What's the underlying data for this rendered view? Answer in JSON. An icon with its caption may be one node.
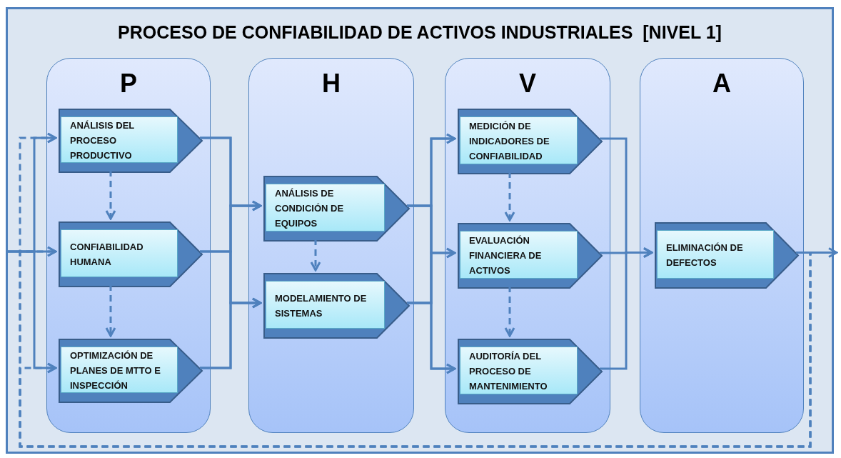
{
  "diagram": {
    "nodes": [
      {
        "text": [
          "PROCESO DE CONFIABILIDAD DE ACTIVOS INDUSTRIALES  [NIVEL 1]"
        ]
      },
      {
        "text": [
          "P"
        ],
        "in": 0
      },
      {
        "text": [
          "ANÁLISIS DEL PROCESO PRODUCTIVO"
        ],
        "in": 1
      },
      {
        "text": [
          "CONFIABILIDAD HUMANA"
        ],
        "in": 1
      },
      {
        "text": [
          "OPTIMIZACIÓN  DE PLANES DE MTTO E INSPECCIÓN"
        ],
        "in": 1
      },
      {
        "text": [
          "H"
        ],
        "in": 0
      },
      {
        "text": [
          "ANÁLISIS DE CONDICIÓN DE EQUIPOS"
        ],
        "in": 5
      },
      {
        "text": [
          "MODELAMIENTO DE SISTEMAS"
        ],
        "in": 5
      },
      {
        "text": [
          "V"
        ],
        "in": 0
      },
      {
        "text": [
          "MEDICIÓN DE INDICADORES DE CONFIABILIDAD"
        ],
        "in": 8
      },
      {
        "text": [
          "EVALUACIÓN FINANCIERA DE ACTIVOS"
        ],
        "in": 8
      },
      {
        "text": [
          "AUDITORÍA DEL PROCESO DE MANTENIMIENTO"
        ],
        "in": 8
      },
      {
        "text": [
          "A"
        ],
        "in": 0
      },
      {
        "text": [
          "ELIMINACIÓN DE DEFECTOS"
        ],
        "in": 12
      }
    ],
    "edges": [
      {
        "from": null,
        "to": 2,
        "arrow": "to"
      },
      {
        "from": null,
        "to": 3,
        "arrow": "to"
      },
      {
        "from": null,
        "to": 4,
        "arrow": "to"
      },
      {
        "from": 2,
        "to": 3,
        "arrow": "to",
        "style": "dashed"
      },
      {
        "from": 3,
        "to": 4,
        "arrow": "to",
        "style": "dashed"
      },
      {
        "from": 2,
        "to": 6,
        "arrow": "to"
      },
      {
        "from": 2,
        "to": 7,
        "arrow": "to"
      },
      {
        "from": 3,
        "to": 6,
        "arrow": "to"
      },
      {
        "from": 3,
        "to": 7,
        "arrow": "to"
      },
      {
        "from": 4,
        "to": 6,
        "arrow": "to"
      },
      {
        "from": 4,
        "to": 7,
        "arrow": "to"
      },
      {
        "from": 6,
        "to": 7,
        "arrow": "to",
        "style": "dashed"
      },
      {
        "from": 6,
        "to": 9,
        "arrow": "to"
      },
      {
        "from": 6,
        "to": 10,
        "arrow": "to"
      },
      {
        "from": 6,
        "to": 11,
        "arrow": "to"
      },
      {
        "from": 7,
        "to": 9,
        "arrow": "to"
      },
      {
        "from": 7,
        "to": 10,
        "arrow": "to"
      },
      {
        "from": 7,
        "to": 11,
        "arrow": "to"
      },
      {
        "from": 9,
        "to": 10,
        "arrow": "to",
        "style": "dashed"
      },
      {
        "from": 10,
        "to": 11,
        "arrow": "to",
        "style": "dashed"
      },
      {
        "from": 9,
        "to": 13,
        "arrow": "to"
      },
      {
        "from": 10,
        "to": 13,
        "arrow": "to"
      },
      {
        "from": 11,
        "to": 13,
        "arrow": "to"
      },
      {
        "from": 13,
        "to": null,
        "arrow": "to"
      },
      {
        "from": 13,
        "to": 2,
        "arrow": "to",
        "style": "dashed"
      },
      {
        "from": 13,
        "to": 3,
        "arrow": "to",
        "style": "dashed"
      },
      {
        "from": 13,
        "to": 4,
        "arrow": "to",
        "style": "dashed"
      }
    ]
  }
}
